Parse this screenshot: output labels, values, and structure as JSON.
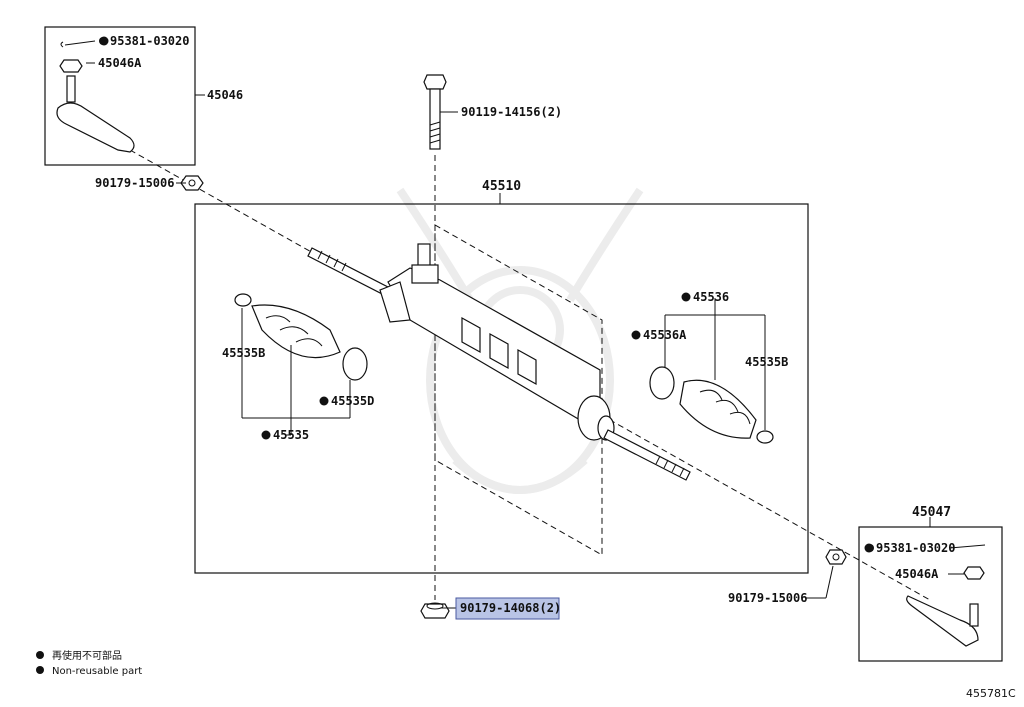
{
  "labels": {
    "p_95381_top": "95381-03020",
    "p_45046A_top": "45046A",
    "p_45046": "45046",
    "p_90179_left": "90179-15006",
    "p_90119": "90119-14156(2)",
    "p_45510": "45510",
    "p_45535B_left": "45535B",
    "p_45535D": "45535D",
    "p_45535": "45535",
    "p_45536": "45536",
    "p_45536A": "45536A",
    "p_45535B_right": "45535B",
    "p_45047": "45047",
    "p_95381_bottom": "95381-03020",
    "p_45046A_bottom": "45046A",
    "p_90179_right": "90179-15006",
    "p_90179_14068": "90179-14068(2)"
  },
  "highlight_color": "#b9c4e6",
  "legend": {
    "line1": "再使用不可部品",
    "line2": "Non-reusable part"
  },
  "diagram_code": "455781C"
}
